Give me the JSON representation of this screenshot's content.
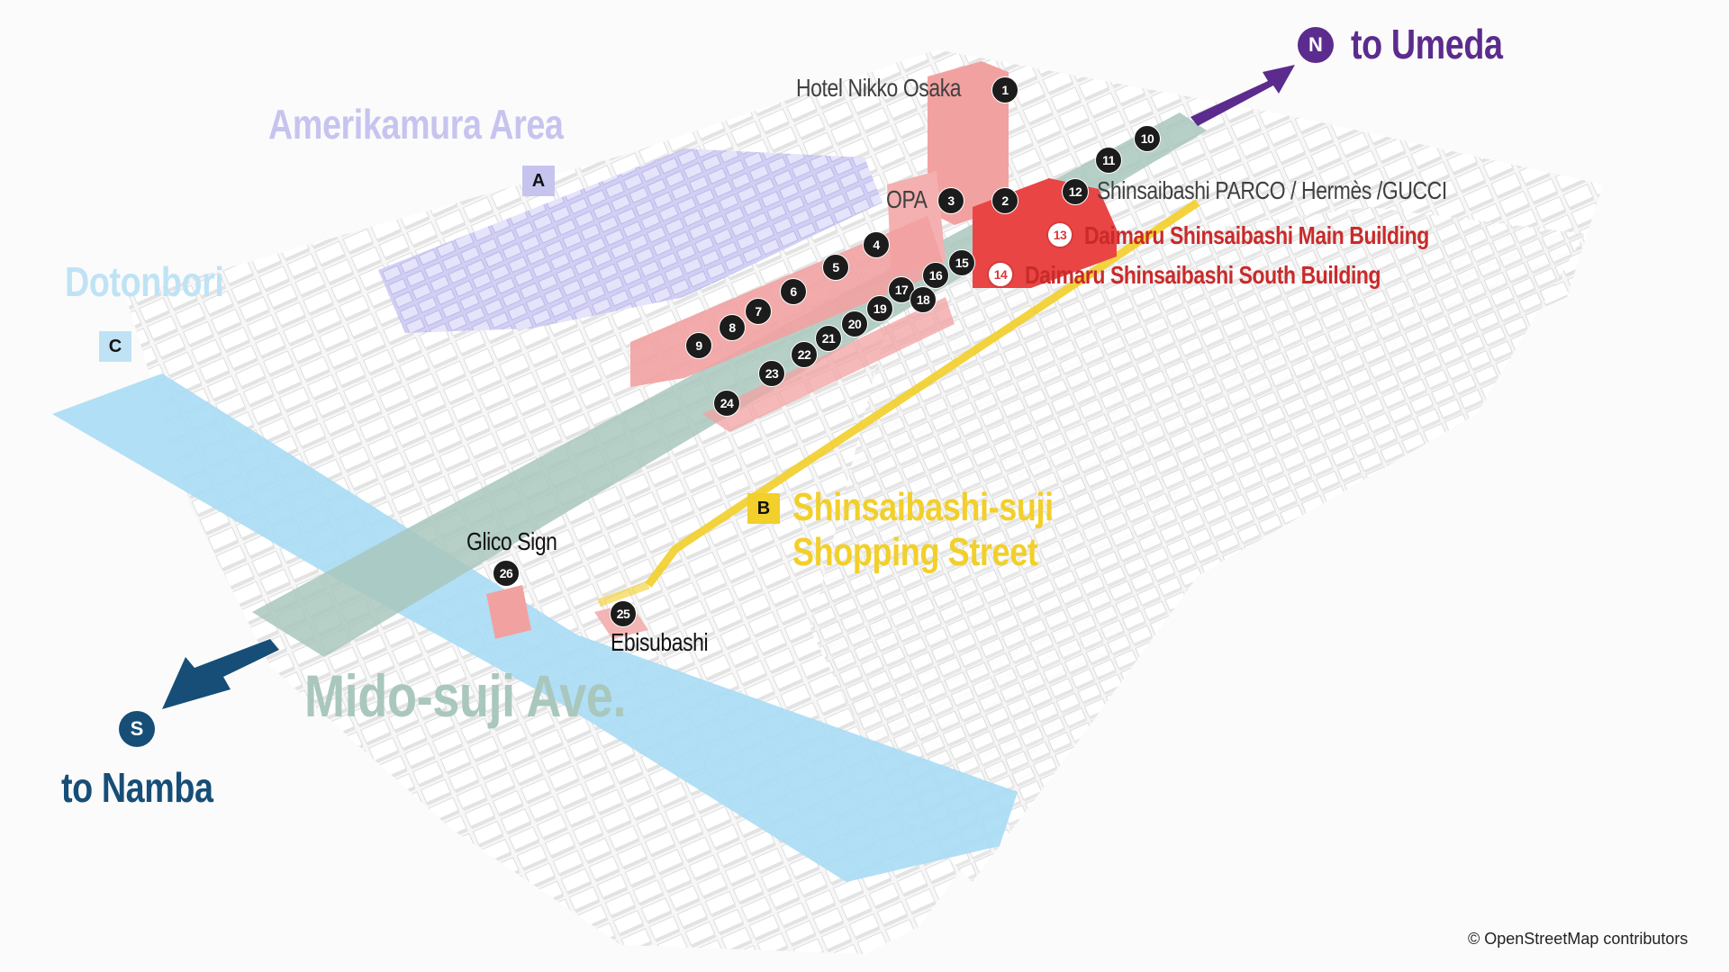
{
  "colors": {
    "amerikamura": "#c6c4ef",
    "dotonbori": "#bfe3f5",
    "shopping": "#f2cf2a",
    "mido": "#a9c7bd",
    "umeda": "#5b2b8d",
    "namba": "#164e77",
    "red_text": "#c92a2a",
    "highlight": "#f2a1a1",
    "daimaru": "#e94545"
  },
  "areas": {
    "amerikamura": "Amerikamura Area",
    "amerikamura_badge": "A",
    "dotonbori": "Dotonbori",
    "dotonbori_badge": "C",
    "shopping_line1": "Shinsaibashi-suji",
    "shopping_line2": "Shopping Street",
    "shopping_badge": "B",
    "mido": "Mido-suji Ave."
  },
  "directions": {
    "north_icon": "N",
    "north_label": "to Umeda",
    "south_icon": "S",
    "south_label": "to Namba"
  },
  "places": {
    "hotel_nikko": "Hotel Nikko Osaka",
    "opa": "OPA",
    "parco": "Shinsaibashi PARCO / Hermès /GUCCI",
    "daimaru_main": "Daimaru Shinsaibashi Main Building",
    "daimaru_south": "Daimaru Shinsaibashi South Building",
    "glico": "Glico Sign",
    "ebisubashi": "Ebisubashi"
  },
  "markers": {
    "m1": "1",
    "m2": "2",
    "m3": "3",
    "m4": "4",
    "m5": "5",
    "m6": "6",
    "m7": "7",
    "m8": "8",
    "m9": "9",
    "m10": "10",
    "m11": "11",
    "m12": "12",
    "m13": "13",
    "m14": "14",
    "m15": "15",
    "m16": "16",
    "m17": "17",
    "m18": "18",
    "m19": "19",
    "m20": "20",
    "m21": "21",
    "m22": "22",
    "m23": "23",
    "m24": "24",
    "m25": "25",
    "m26": "26"
  },
  "attribution": "© OpenStreetMap contributors"
}
